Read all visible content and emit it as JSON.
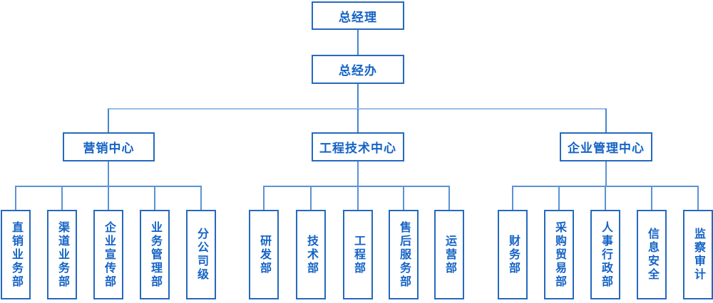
{
  "palette": {
    "box_border": "#2569BF",
    "text_color": "#1463C6",
    "trunk_line": "#4684CB",
    "top_branch_line": "#9ABCE8",
    "sub_branch_line": "#5B92D5",
    "background": "#FFFFFF"
  },
  "org": {
    "root": {
      "label": "总经理"
    },
    "office": {
      "label": "总经办"
    },
    "centers": [
      {
        "label": "营销中心",
        "children": [
          "直销业务部",
          "渠道业务部",
          "企业宣传部",
          "业务管理部",
          "分公司级"
        ]
      },
      {
        "label": "工程技术中心",
        "children": [
          "研发部",
          "技术部",
          "工程部",
          "售后服务部",
          "运营部"
        ]
      },
      {
        "label": "企业管理中心",
        "children": [
          "财务部",
          "采购贸易部",
          "人事行政部",
          "信息安全",
          "监察审计"
        ]
      }
    ]
  }
}
